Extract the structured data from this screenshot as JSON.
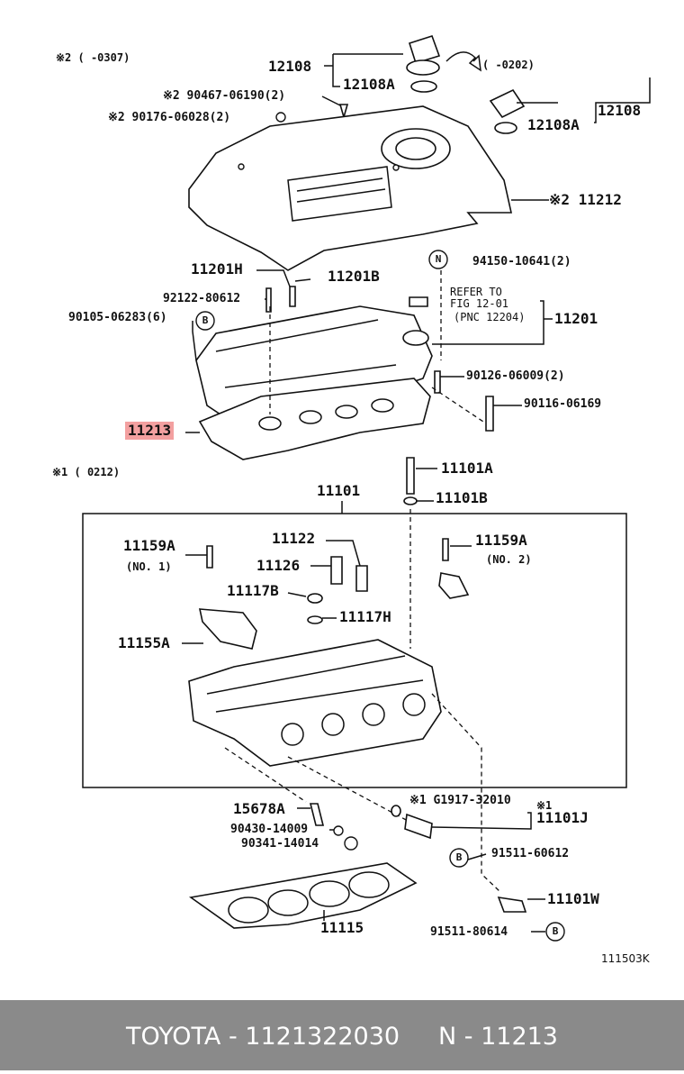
{
  "footer": {
    "text": "TOYOTA - 1121322030     N - 11213"
  },
  "diagram_id": "111503K",
  "labels": {
    "note_2_top": "※2 (      -0307)",
    "p12108_a": "12108",
    "p12108a_a": "12108A",
    "range_0202": "(      -0202)",
    "p12108_b": "12108",
    "p12108a_b": "12108A",
    "p90467": "※2  90467-06190(2)",
    "p90176": "※2  90176-06028(2)",
    "p11212": "※2 11212",
    "p94150": "94150-10641(2)",
    "circle_n": "N",
    "p11201h": "11201H",
    "p11201b": "11201B",
    "p92122": "92122-80612",
    "p90105": "90105-06283(6)",
    "circle_b": "B",
    "refer_1": "REFER TO",
    "refer_2": "FIG 12-01",
    "refer_3": "(PNC 12204)",
    "p11201": "11201",
    "p90126": "90126-06009(2)",
    "p90116": "90116-06169",
    "p11213": "11213",
    "note_1": "※1 (       0212)",
    "p11101a": "11101A",
    "p11101": "11101",
    "p11101b": "11101B",
    "p11159a_1": "11159A",
    "no1": "(NO. 1)",
    "p11122": "11122",
    "p11126": "11126",
    "p11159a_2": "11159A",
    "no2": "(NO. 2)",
    "p11117b": "11117B",
    "p11117h": "11117H",
    "p11155a": "11155A",
    "p15678a": "15678A",
    "p90430": "90430-14009",
    "p90341": "90341-14014",
    "pG1917": "※1 G1917-32010",
    "note_1b": "※1",
    "p11101j": "11101J",
    "p91511_60612": "91511-60612",
    "p11101w": "11101W",
    "p91511_80614": "91511-80614",
    "p11115": "11115"
  }
}
